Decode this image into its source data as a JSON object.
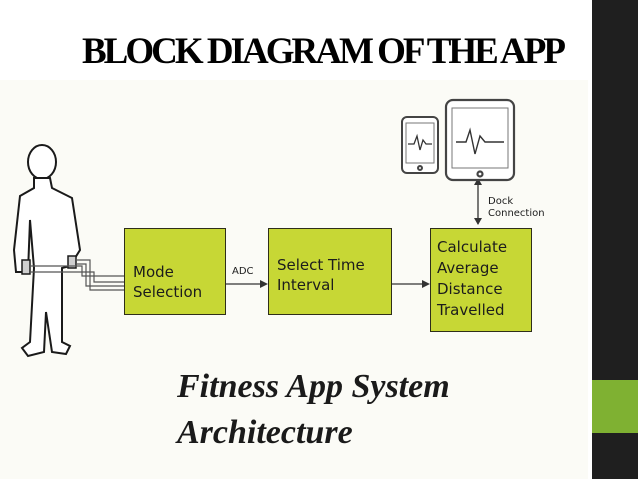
{
  "slide": {
    "title": "BLOCK DIAGRAM OF THE APP"
  },
  "diagram": {
    "boxes": [
      {
        "id": "mode",
        "lines": [
          "Mode",
          "Selection"
        ]
      },
      {
        "id": "time",
        "lines": [
          "Select Time",
          "Interval"
        ]
      },
      {
        "id": "calc",
        "lines": [
          "Calculate",
          "Average",
          "Distance",
          "Travelled"
        ]
      }
    ],
    "connector_label": "ADC",
    "dock_label_lines": [
      "Dock",
      "Connection"
    ],
    "caption_lines": [
      "Fitness App System",
      "Architecture"
    ]
  },
  "colors": {
    "box_fill": "#c7d735",
    "sidebar": "#1f1f1f",
    "accent": "#7fb132"
  }
}
